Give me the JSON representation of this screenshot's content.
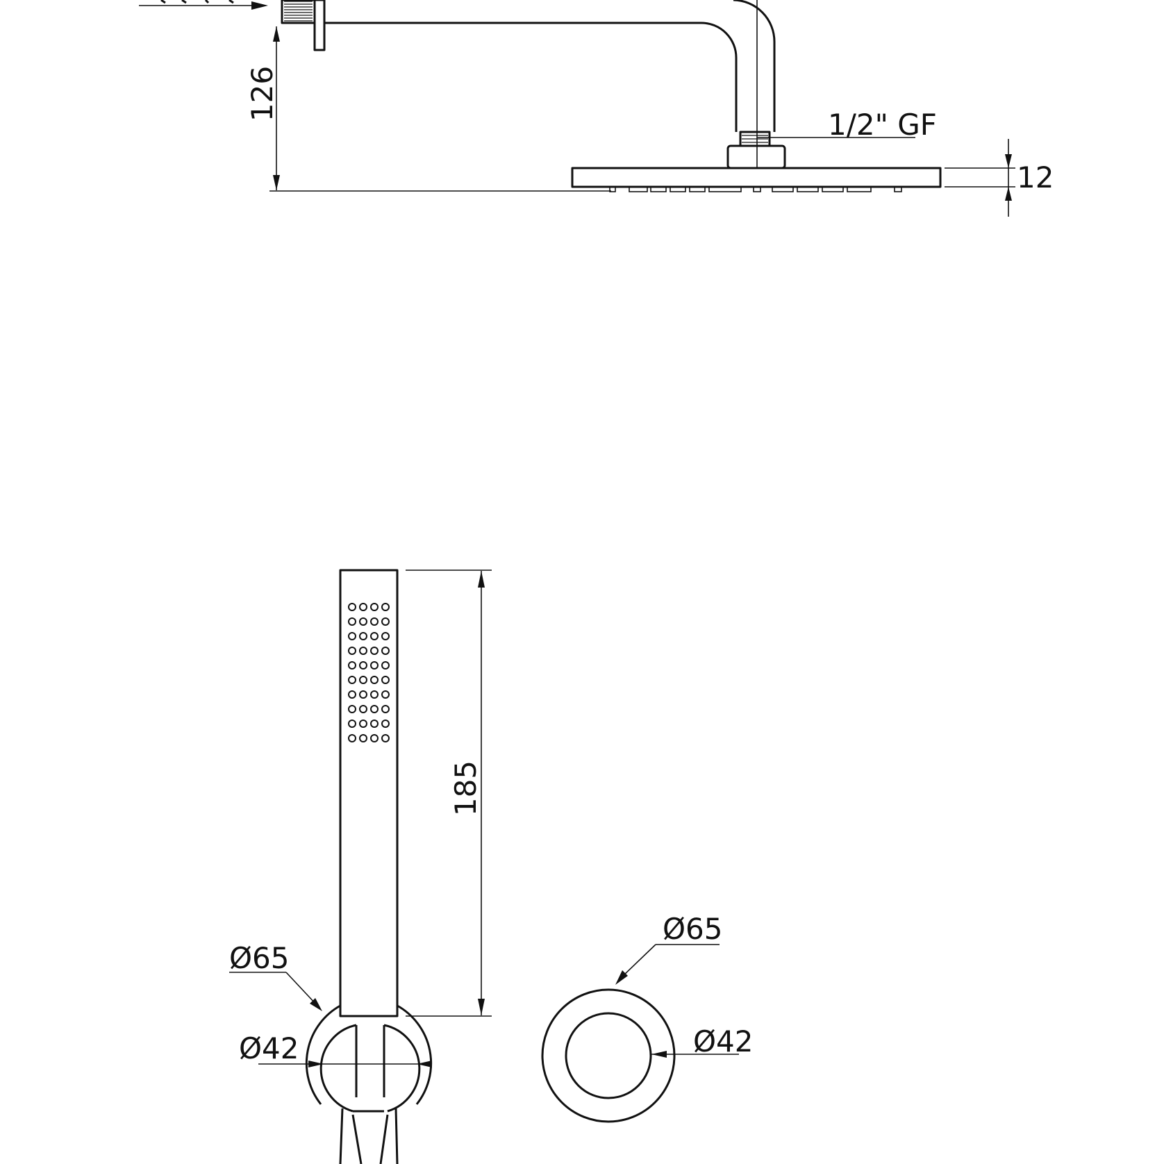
{
  "drawing": {
    "ink_color": "#111111",
    "background_color": "#ffffff",
    "shower_arm": {
      "inlet_thread_label": "1/2\" GF",
      "arm_drop_label": "126",
      "head_thickness_label": "12"
    },
    "hand_shower": {
      "length_label": "185",
      "bracket_outer_label": "Ø65",
      "bracket_inner_label": "Ø42"
    },
    "wall_outlet": {
      "outer_label": "Ø65",
      "inner_label": "Ø42"
    }
  }
}
